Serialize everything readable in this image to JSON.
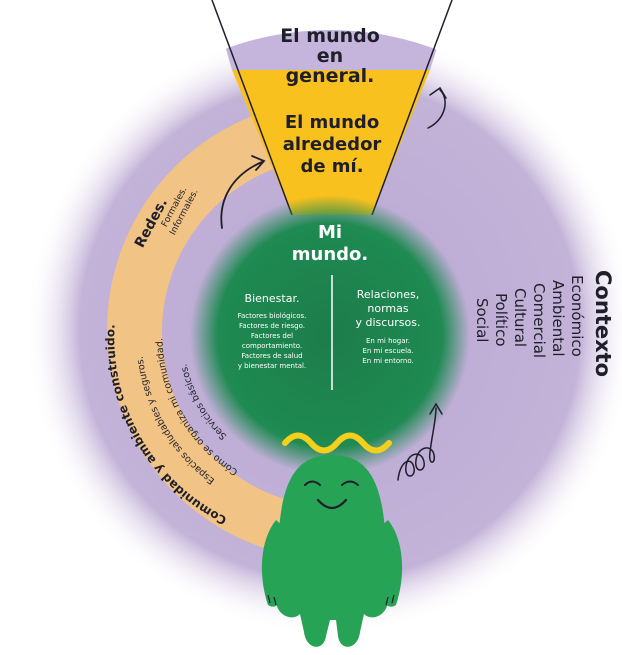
{
  "colors": {
    "background": "#ffffff",
    "outer_ring": "#c3b3d8",
    "top_wedge": "#c5b4dc",
    "middle_band": "#f1c385",
    "yellow_wedge": "#f9c11e",
    "inner_circle": "#1f8a52",
    "character": "#27a356",
    "squiggle": "#f4cf1b",
    "text_dark": "#1f1f2b",
    "text_light": "#ffffff"
  },
  "top": {
    "world": {
      "line1": "El mundo",
      "line2": "en",
      "line3": "general."
    },
    "around": {
      "line1": "El mundo",
      "line2": "alrededor",
      "line3": "de mí."
    }
  },
  "center": {
    "title": {
      "line1": "Mi",
      "line2": "mundo."
    },
    "wellbeing": {
      "title": "Bienestar.",
      "lines": [
        "Factores biológicos.",
        "Factores de riesgo.",
        "Factores del",
        "comportamiento.",
        "Factores de salud",
        "y bienestar mental."
      ]
    },
    "relations": {
      "title_lines": [
        "Relaciones,",
        "normas",
        "y discursos."
      ],
      "lines": [
        "En mi hogar.",
        "En mi escuela.",
        "En mi entorno."
      ]
    }
  },
  "left": {
    "redes": {
      "title": "Redes.",
      "line1": "Formales.",
      "line2": "Informales."
    },
    "community": {
      "title": "Comunidad y ambiente construido.",
      "line1": "Espacios saludables y seguros.",
      "line2": "Cómo se organiza mi comunidad.",
      "line3": "Servicios básicos."
    }
  },
  "right": {
    "title": "Contexto",
    "items": [
      "Económico",
      "Ambiental",
      "Comercial",
      "Cultural",
      "Político",
      "Social"
    ]
  },
  "icons": {
    "arrow_left": "curved-arrow-icon",
    "arrow_top_right": "curved-arrow-icon",
    "arrow_bottom_right": "spiral-arrow-icon",
    "squiggle": "wavy-line-icon",
    "character": "green-blob-character-icon"
  }
}
